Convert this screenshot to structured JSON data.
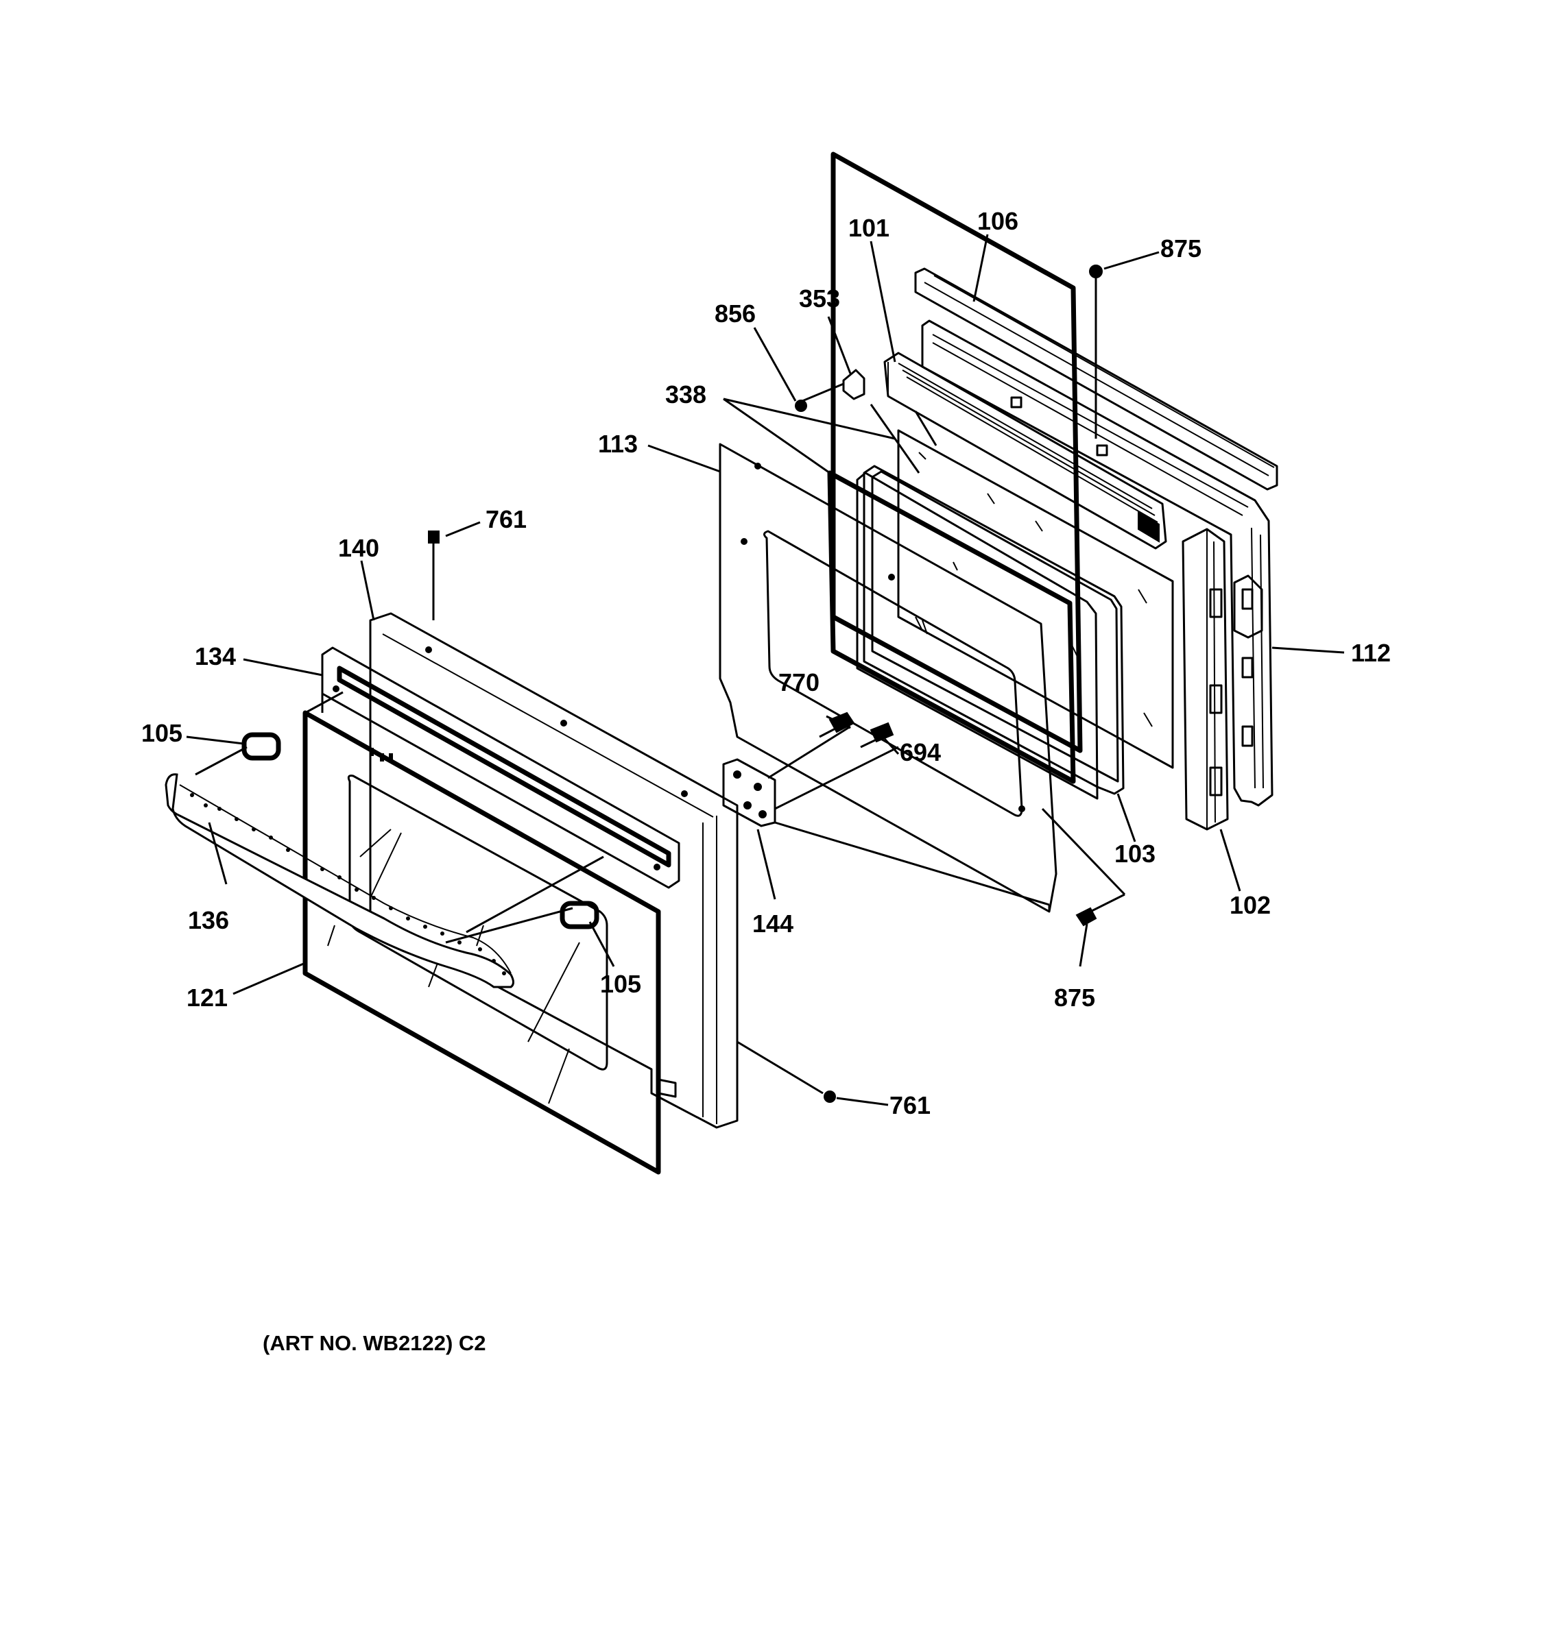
{
  "parts": {
    "p101": "101",
    "p106": "106",
    "p875_top": "875",
    "p856": "856",
    "p353": "353",
    "p338": "338",
    "p113": "113",
    "p761_top": "761",
    "p140": "140",
    "p134": "134",
    "p105_left": "105",
    "p112": "112",
    "p770": "770",
    "p694": "694",
    "p103": "103",
    "p102": "102",
    "p136": "136",
    "p144": "144",
    "p105_right": "105",
    "p121": "121",
    "p875_bottom": "875",
    "p761_bottom": "761"
  },
  "caption": "(ART NO. WB2122) C2"
}
